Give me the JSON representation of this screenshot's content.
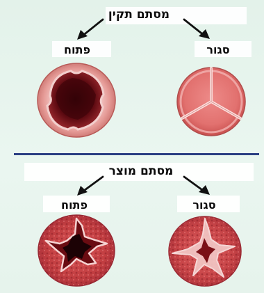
{
  "section_healthy": {
    "title": "מסתם תקין",
    "label_open": "פתוח",
    "label_closed": "סגור"
  },
  "section_stenotic": {
    "title": "מסתם מוצר",
    "label_open": "פתוח",
    "label_closed": "סגור"
  }
}
